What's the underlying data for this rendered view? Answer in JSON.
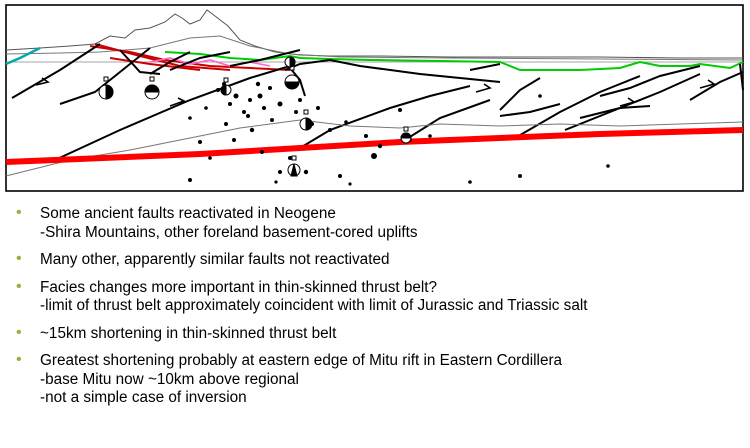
{
  "colors": {
    "bullet": "#8db33a",
    "detachment": "#ff0000",
    "thin_skinned_faults": "#cc0000",
    "topo_highlight": "#00cc00",
    "left_fault": "#00aaaa",
    "pink_fault": "#ff66cc",
    "faults": "#000000"
  },
  "icons": {
    "bullet": "bullet-dot-icon",
    "focal_mechanism": "beachball-icon",
    "fault_arrow": "half-arrow-icon"
  },
  "bullets": [
    {
      "text": "Some ancient faults reactivated in Neogene",
      "subs": [
        "-Shira Mountains, other foreland basement-cored uplifts"
      ]
    },
    {
      "text": "Many other, apparently similar faults not reactivated",
      "subs": []
    },
    {
      "text": "Facies changes more important in thin-skinned thrust belt?",
      "subs": [
        "-limit of thrust belt approximately coincident with limit of Jurassic and Triassic salt"
      ]
    },
    {
      "text": "~15km shortening in thin-skinned thrust belt",
      "subs": []
    },
    {
      "text": "Greatest shortening probably at eastern edge of Mitu rift in Eastern Cordillera",
      "subs": [
        "-base Mitu now ~10km above regional",
        "-not a simple case of inversion"
      ]
    }
  ]
}
